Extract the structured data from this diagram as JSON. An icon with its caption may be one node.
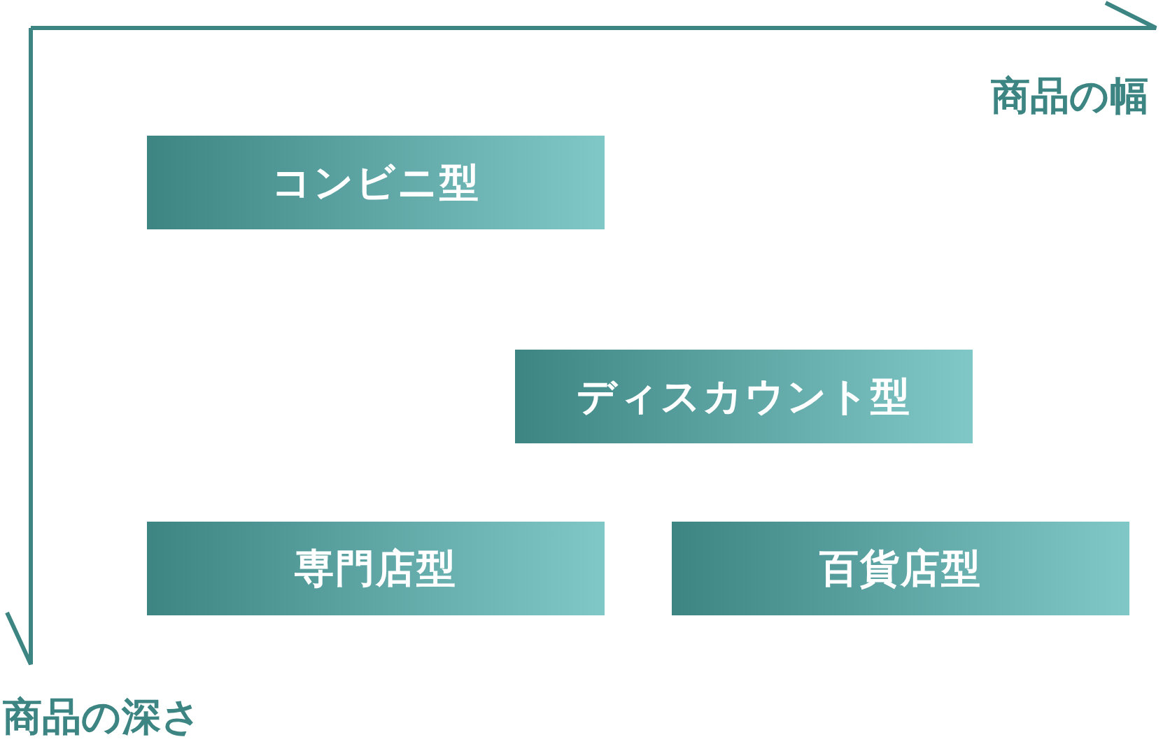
{
  "diagram": {
    "nodes": [
      {
        "text": [
          "コンビニ型"
        ]
      },
      {
        "text": [
          "ディスカウント型"
        ]
      },
      {
        "text": [
          "専門店型"
        ]
      },
      {
        "text": [
          "百貨店型"
        ]
      }
    ],
    "labels": [
      "商品の幅",
      "商品の深さ"
    ]
  }
}
